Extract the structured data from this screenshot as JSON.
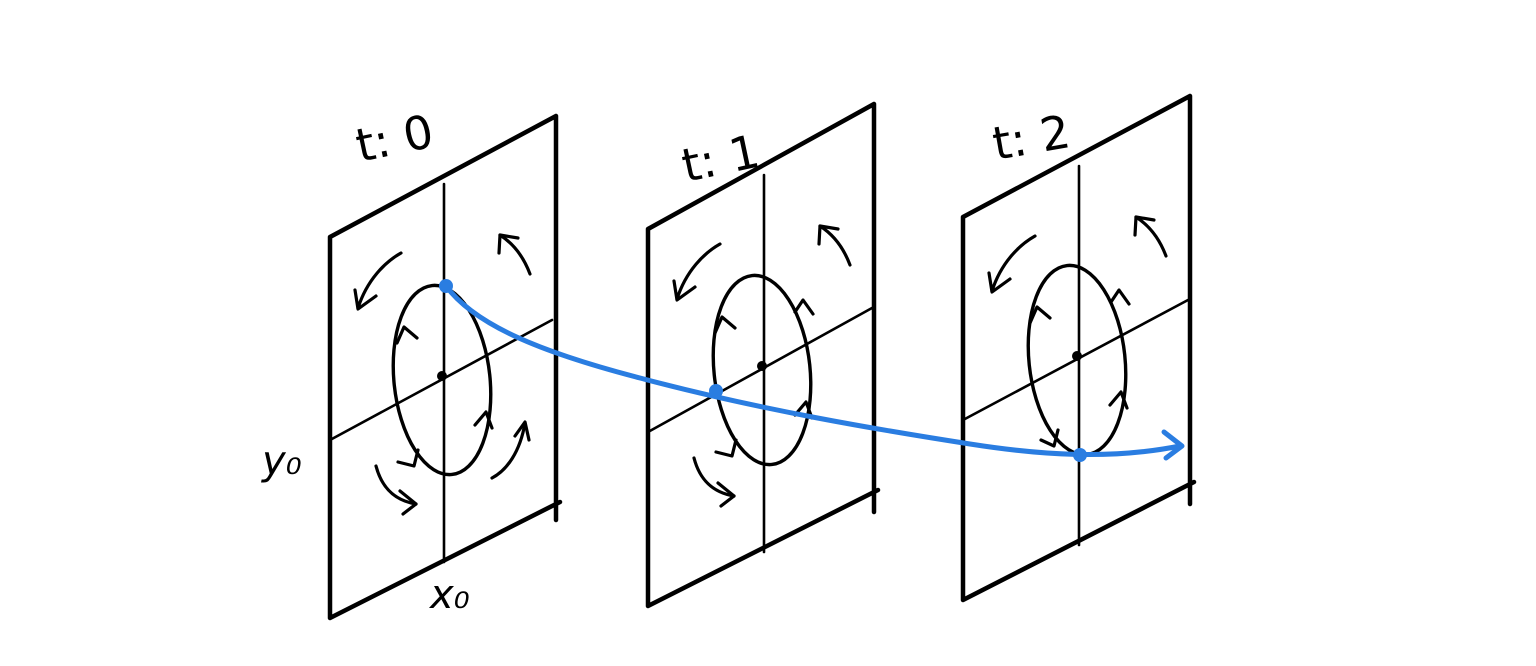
{
  "frames": [
    {
      "label": "t: 0"
    },
    {
      "label": "t: 1"
    },
    {
      "label": "t: 2"
    }
  ],
  "axis_labels": {
    "x": "x₀",
    "y": "y₀"
  },
  "colors": {
    "ink": "#000000",
    "trajectory": "#2a7de1",
    "background": "#ffffff"
  }
}
